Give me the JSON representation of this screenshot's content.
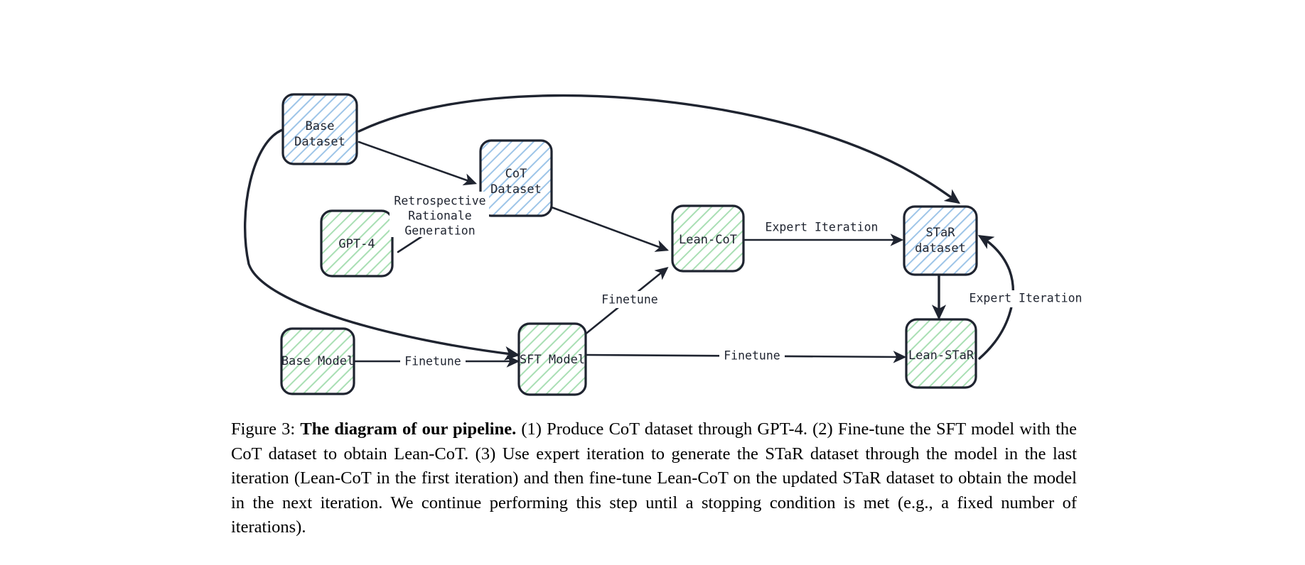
{
  "figure": {
    "id": "figure-3-pipeline-diagram",
    "nodes": [
      {
        "key": "base_dataset",
        "label_lines": [
          "Base",
          "Dataset"
        ],
        "kind": "dataset",
        "color": "#9ec5e8"
      },
      {
        "key": "cot_dataset",
        "label_lines": [
          "CoT",
          "Dataset"
        ],
        "kind": "dataset",
        "color": "#9ec5e8"
      },
      {
        "key": "gpt4",
        "label_lines": [
          "GPT-4"
        ],
        "kind": "model",
        "color": "#a9dfb4"
      },
      {
        "key": "lean_cot",
        "label_lines": [
          "Lean-CoT"
        ],
        "kind": "model",
        "color": "#a9dfb4"
      },
      {
        "key": "star_dataset",
        "label_lines": [
          "STaR",
          "dataset"
        ],
        "kind": "dataset",
        "color": "#9ec5e8"
      },
      {
        "key": "base_model",
        "label_lines": [
          "Base Model"
        ],
        "kind": "model",
        "color": "#a9dfb4"
      },
      {
        "key": "sft_model",
        "label_lines": [
          "SFT Model"
        ],
        "kind": "model",
        "color": "#a9dfb4"
      },
      {
        "key": "lean_star",
        "label_lines": [
          "Lean-STaR"
        ],
        "kind": "model",
        "color": "#a9dfb4"
      }
    ],
    "edges": [
      {
        "key": "base_dataset_to_star_dataset",
        "from": "base_dataset",
        "to": "star_dataset",
        "label": ""
      },
      {
        "key": "base_dataset_to_cot_dataset",
        "from": "base_dataset",
        "to": "cot_dataset",
        "label": ""
      },
      {
        "key": "base_dataset_to_sft_model",
        "from": "base_dataset",
        "to": "sft_model",
        "label": ""
      },
      {
        "key": "gpt4_to_cot_dataset",
        "from": "gpt4",
        "to": "cot_dataset",
        "label_lines": [
          "Retrospective",
          "Rationale",
          "Generation"
        ]
      },
      {
        "key": "cot_dataset_to_lean_cot",
        "from": "cot_dataset",
        "to": "lean_cot",
        "label": ""
      },
      {
        "key": "sft_model_to_lean_cot",
        "from": "sft_model",
        "to": "lean_cot",
        "label": "Finetune"
      },
      {
        "key": "lean_cot_to_star_dataset",
        "from": "lean_cot",
        "to": "star_dataset",
        "label": "Expert Iteration"
      },
      {
        "key": "base_model_to_sft_model",
        "from": "base_model",
        "to": "sft_model",
        "label": "Finetune"
      },
      {
        "key": "sft_model_to_lean_star",
        "from": "sft_model",
        "to": "lean_star",
        "label": "Finetune"
      },
      {
        "key": "star_dataset_to_lean_star",
        "from": "star_dataset",
        "to": "lean_star",
        "label": ""
      },
      {
        "key": "lean_star_to_star_dataset",
        "from": "lean_star",
        "to": "star_dataset",
        "label": "Expert Iteration"
      }
    ],
    "node_labels": {
      "base_dataset_line1": "Base",
      "base_dataset_line2": "Dataset",
      "cot_dataset_line1": "CoT",
      "cot_dataset_line2": "Dataset",
      "gpt4": "GPT-4",
      "lean_cot": "Lean-CoT",
      "star_dataset_line1": "STaR",
      "star_dataset_line2": "dataset",
      "base_model": "Base Model",
      "sft_model": "SFT Model",
      "lean_star": "Lean-STaR"
    },
    "edge_labels": {
      "retrospective_line1": "Retrospective",
      "retrospective_line2": "Rationale",
      "retrospective_line3": "Generation",
      "finetune_sft_to_lean_cot": "Finetune",
      "finetune_base_to_sft": "Finetune",
      "finetune_sft_to_lean_star": "Finetune",
      "expert_iteration_top": "Expert Iteration",
      "expert_iteration_right": "Expert Iteration"
    },
    "colors": {
      "dataset_hatch": "#9ec5e8",
      "model_hatch": "#a9dfb4",
      "node_stroke": "#1f2430",
      "edge_stroke": "#1f2430",
      "background": "#ffffff",
      "text": "#1f2430"
    }
  },
  "caption": {
    "figure_number": "Figure 3:",
    "bold_title": "The diagram of our pipeline.",
    "body": "(1) Produce CoT dataset through GPT-4. (2) Fine-tune the SFT model with the CoT dataset to obtain Lean-CoT. (3) Use expert iteration to generate the STaR dataset through the model in the last iteration (Lean-CoT in the first iteration) and then fine-tune Lean-CoT on the updated STaR dataset to obtain the model in the next iteration. We continue performing this step until a stopping condition is met (e.g., a fixed number of iterations)."
  }
}
